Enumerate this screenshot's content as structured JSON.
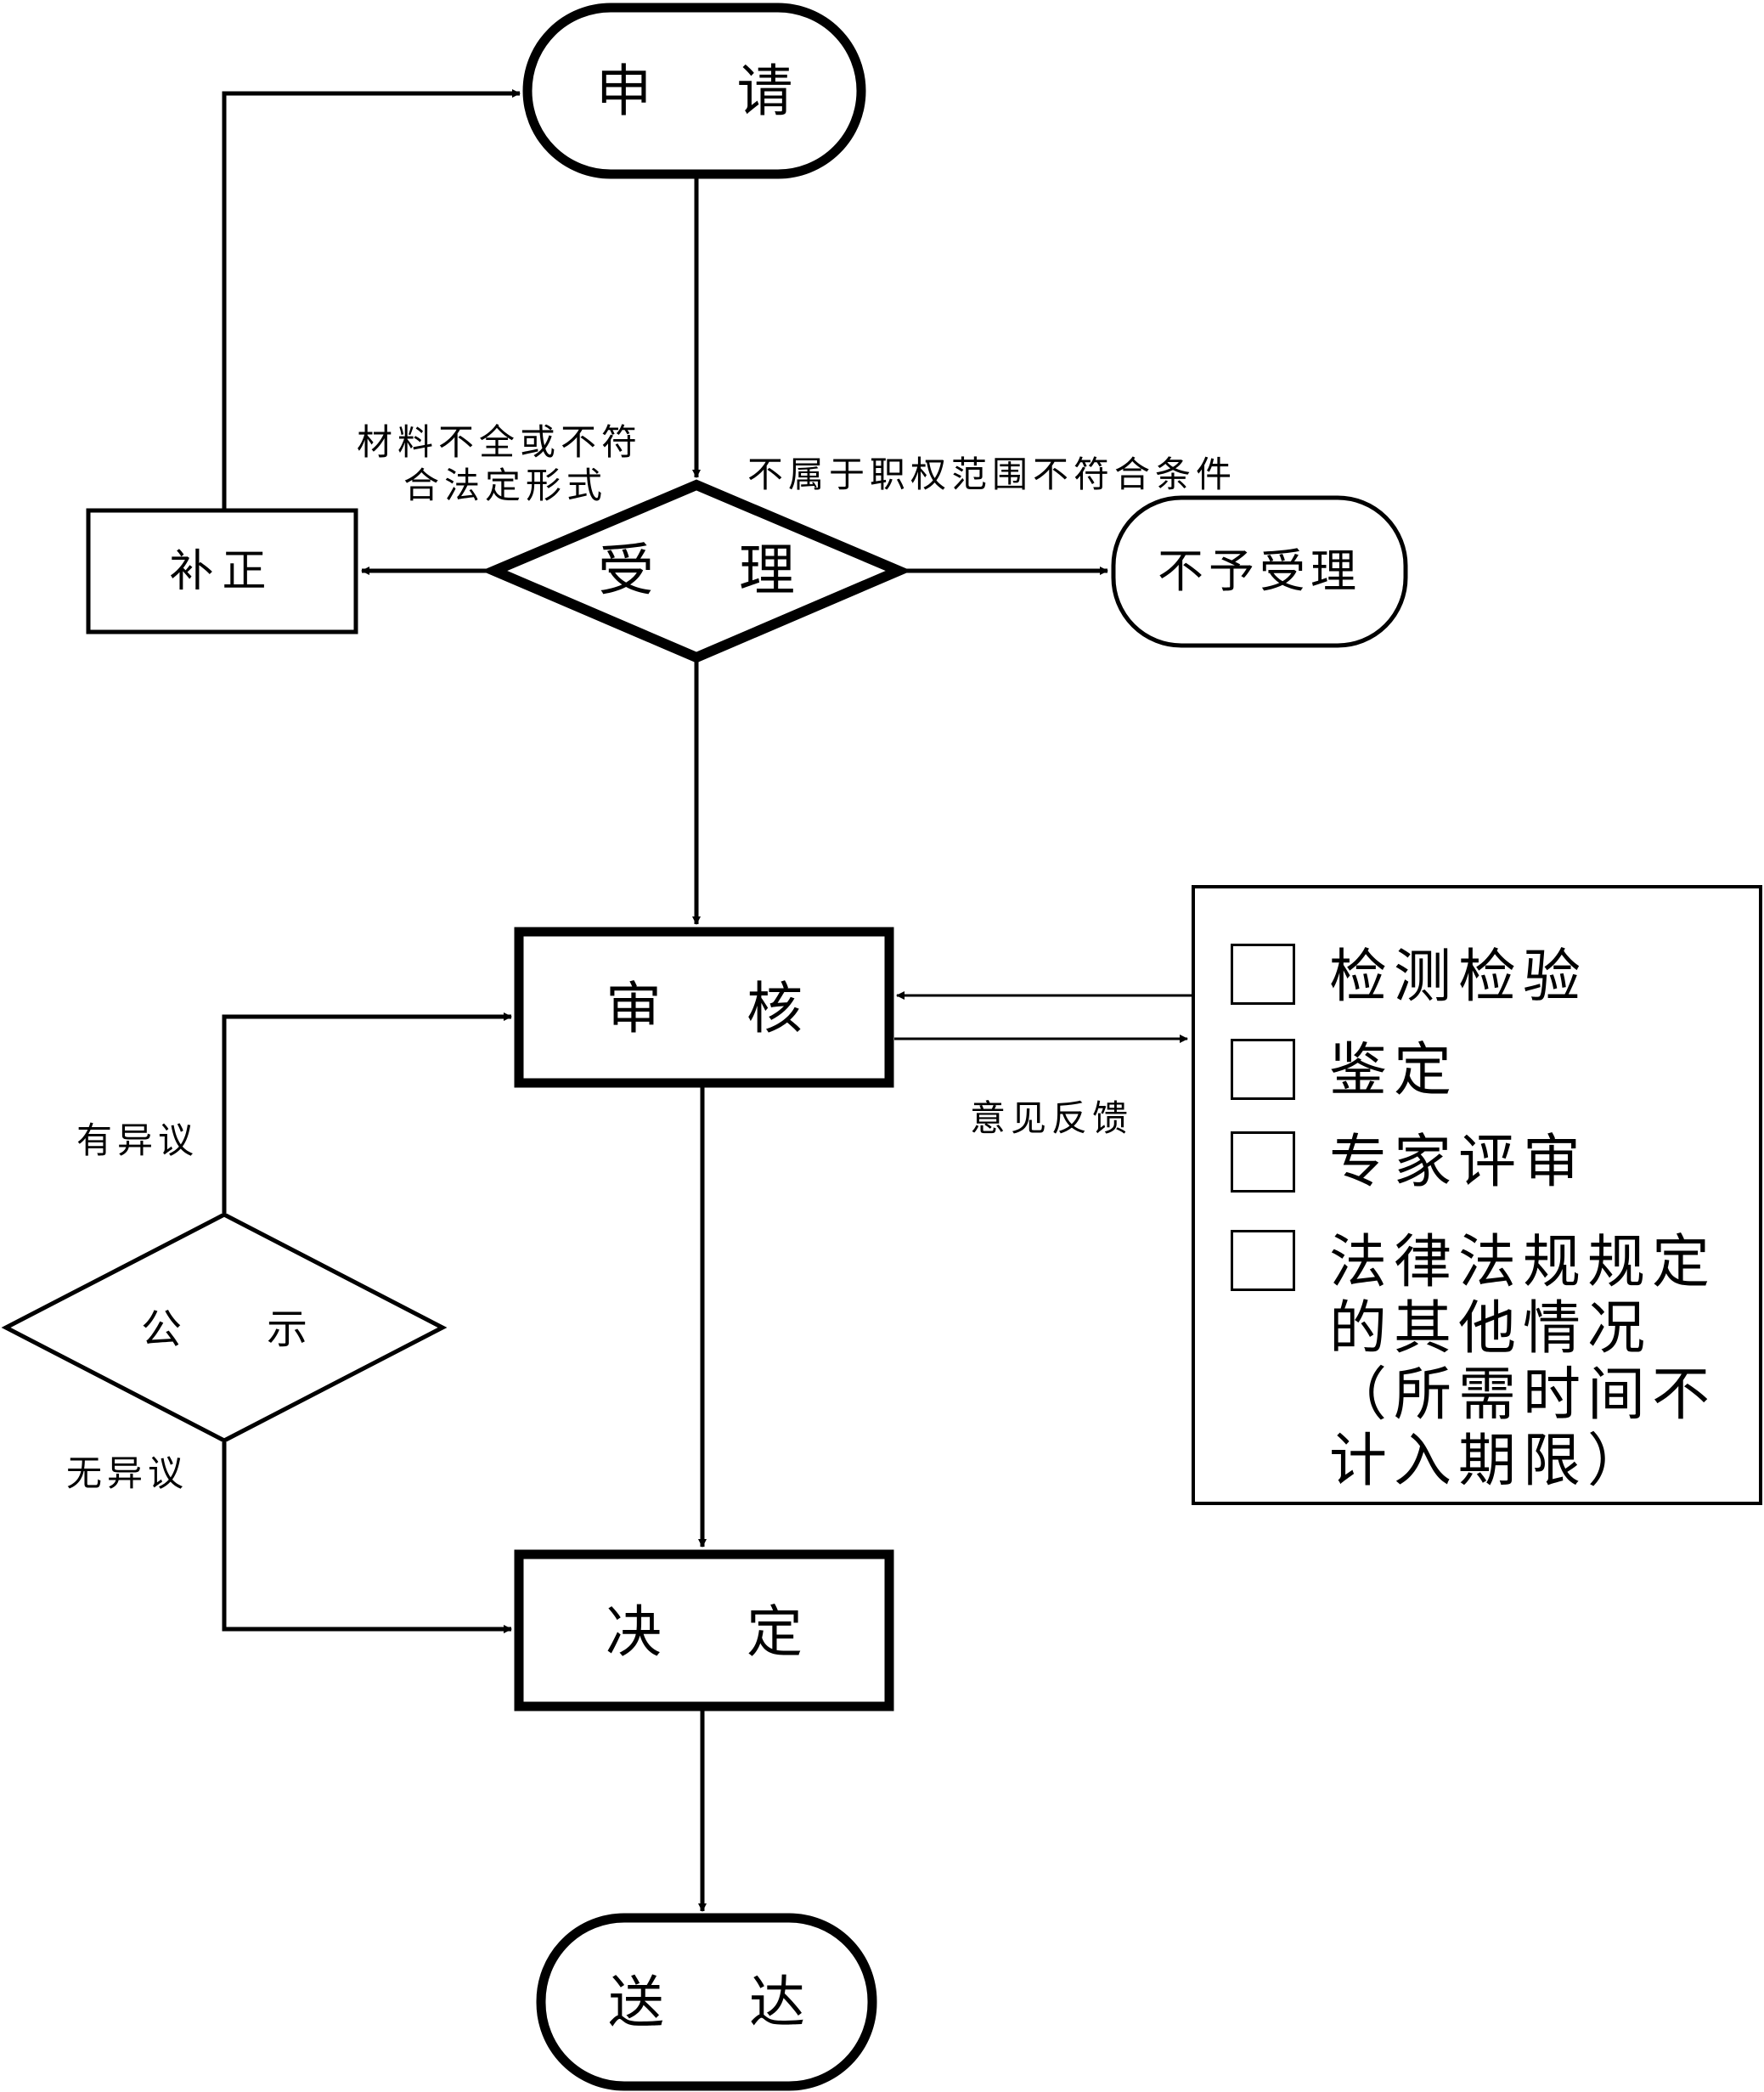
{
  "diagram": {
    "type": "flowchart",
    "colors": {
      "stroke": "#000000",
      "background": "#ffffff",
      "text": "#000000"
    },
    "nodes": {
      "apply": {
        "shape": "terminator",
        "chars": [
          "申",
          "请"
        ],
        "label": "申请"
      },
      "accept": {
        "shape": "decision",
        "chars": [
          "受",
          "理"
        ],
        "label": "受理"
      },
      "correction": {
        "shape": "process",
        "label": "补正"
      },
      "reject": {
        "shape": "terminator",
        "label": "不予受理"
      },
      "review": {
        "shape": "process",
        "chars": [
          "审",
          "核"
        ],
        "label": "审核"
      },
      "publicity": {
        "shape": "decision",
        "chars": [
          "公",
          "示"
        ],
        "label": "公示"
      },
      "decision": {
        "shape": "process",
        "chars": [
          "决",
          "定"
        ],
        "label": "决定"
      },
      "delivery": {
        "shape": "terminator",
        "chars": [
          "送",
          "达"
        ],
        "label": "送达"
      }
    },
    "edge_labels": {
      "incomplete_line1": "材料不全或不符",
      "incomplete_line2": "合法定形式",
      "out_of_scope": "不属于职权范围不符合条件",
      "feedback": "意见反馈",
      "has_objection": "有异议",
      "no_objection": "无异议"
    },
    "side_panel": {
      "items": [
        {
          "label": "检测检验",
          "checked": false
        },
        {
          "label": "鉴定",
          "checked": false
        },
        {
          "label": "专家评审",
          "checked": false
        },
        {
          "lines": [
            "法律法规规定",
            "的其他情况",
            "（所需时间不",
            "计入期限）"
          ],
          "checked": false
        }
      ]
    },
    "edges": [
      {
        "from": "申请",
        "to": "受理"
      },
      {
        "from": "受理",
        "to": "补正",
        "label": "材料不全或不符合法定形式"
      },
      {
        "from": "补正",
        "to": "申请"
      },
      {
        "from": "受理",
        "to": "不予受理",
        "label": "不属于职权范围不符合条件"
      },
      {
        "from": "受理",
        "to": "审核"
      },
      {
        "from": "side_panel",
        "to": "审核"
      },
      {
        "from": "审核",
        "to": "side_panel",
        "label": "意见反馈"
      },
      {
        "from": "公示",
        "to": "审核",
        "label": "有异议"
      },
      {
        "from": "公示",
        "to": "决定",
        "label": "无异议"
      },
      {
        "from": "审核",
        "to": "决定"
      },
      {
        "from": "决定",
        "to": "送达"
      }
    ]
  }
}
